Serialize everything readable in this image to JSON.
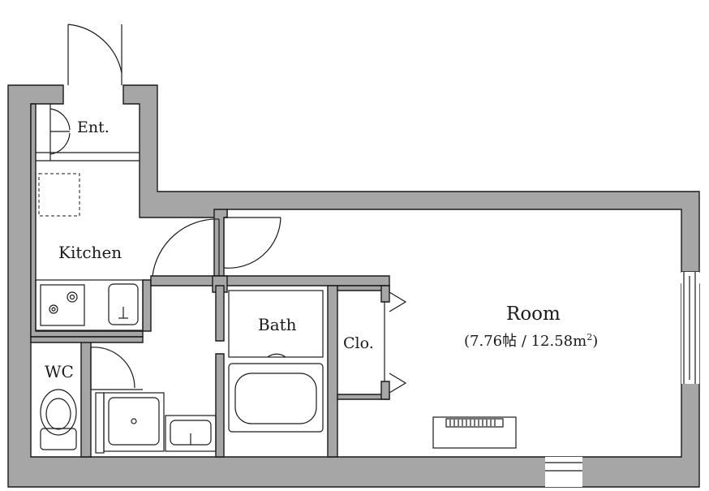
{
  "labels": {
    "entrance": "Ent.",
    "kitchen": "Kitchen",
    "bath": "Bath",
    "closet": "Clo.",
    "wc": "WC",
    "room": "Room",
    "room_area_prefix": "(7.76帖 / 12.58m",
    "room_area_sup": "2",
    "room_area_suffix": ")"
  },
  "colors": {
    "wall_fill": "#a6a6a6",
    "line": "#1a1a1a",
    "background": "#ffffff"
  },
  "icons": [
    "door-swing-icon",
    "stove-burner-icon",
    "sink-icon",
    "toilet-icon",
    "washbasin-icon",
    "bathtub-icon",
    "air-conditioner-icon",
    "window-icon"
  ]
}
